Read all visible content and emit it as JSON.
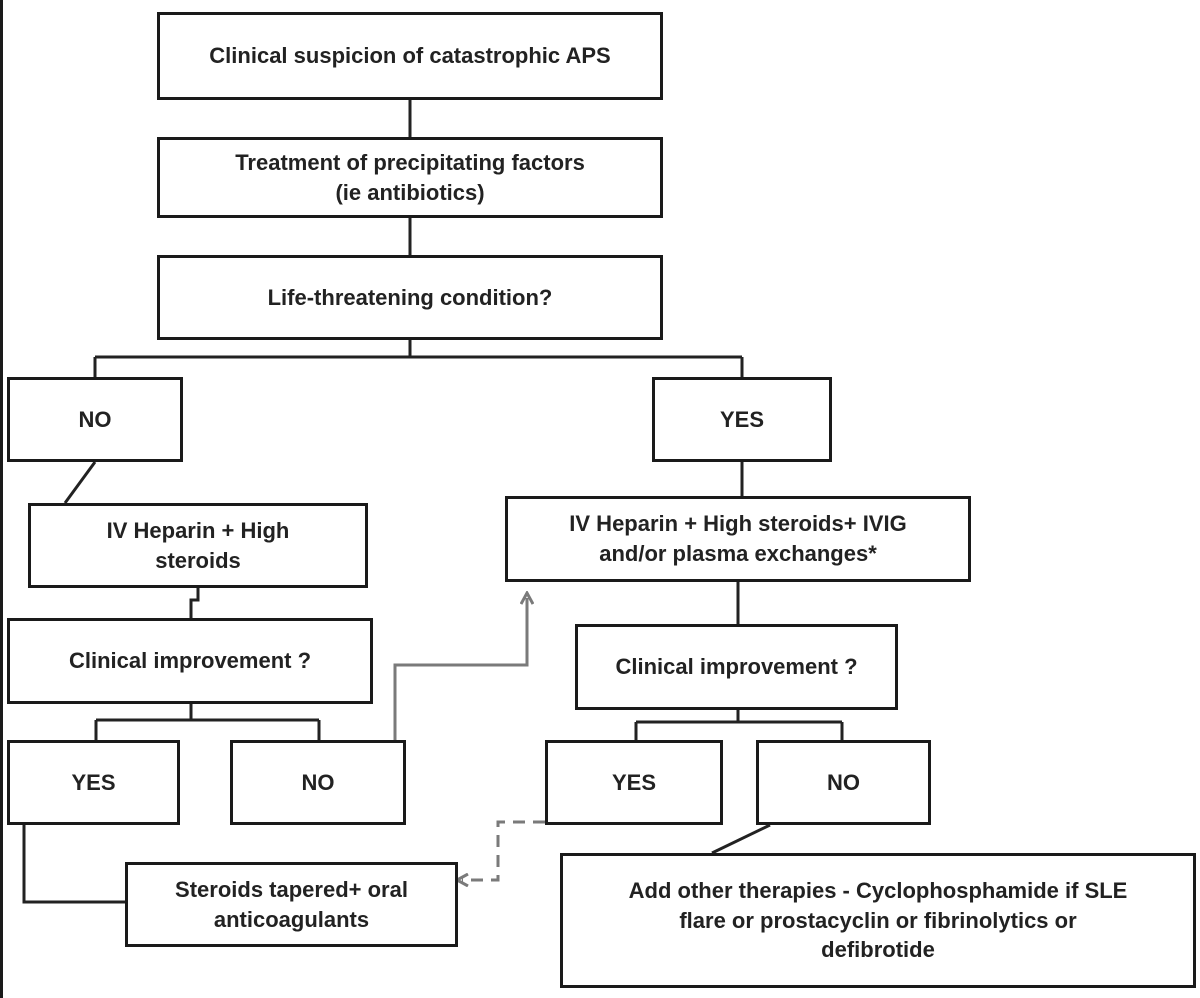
{
  "nodes": {
    "suspicion": "Clinical suspicion of catastrophic APS",
    "precip_line1": "Treatment of precipitating factors",
    "precip_line2": "(ie antibiotics)",
    "life_threat": "Life-threatening condition?",
    "no_branch": "NO",
    "yes_branch": "YES",
    "left_tx_line1": "IV Heparin + High",
    "left_tx_line2": "steroids",
    "left_improve": "Clinical improvement ?",
    "left_yes": "YES",
    "left_no": "NO",
    "right_tx_line1": "IV Heparin + High steroids+ IVIG",
    "right_tx_line2": "and/or plasma exchanges*",
    "right_improve": "Clinical improvement ?",
    "right_yes": "YES",
    "right_no": "NO",
    "taper_line1": "Steroids tapered+ oral",
    "taper_line2": "anticoagulants",
    "other_line1": "Add other therapies - Cyclophosphamide if SLE",
    "other_line2": "flare or prostacyclin or fibrinolytics or",
    "other_line3": "defibrotide"
  },
  "colors": {
    "box_border": "#1a1a1a",
    "text": "#222222",
    "connector": "#222222",
    "arrow_gray": "#7a7a7a"
  }
}
